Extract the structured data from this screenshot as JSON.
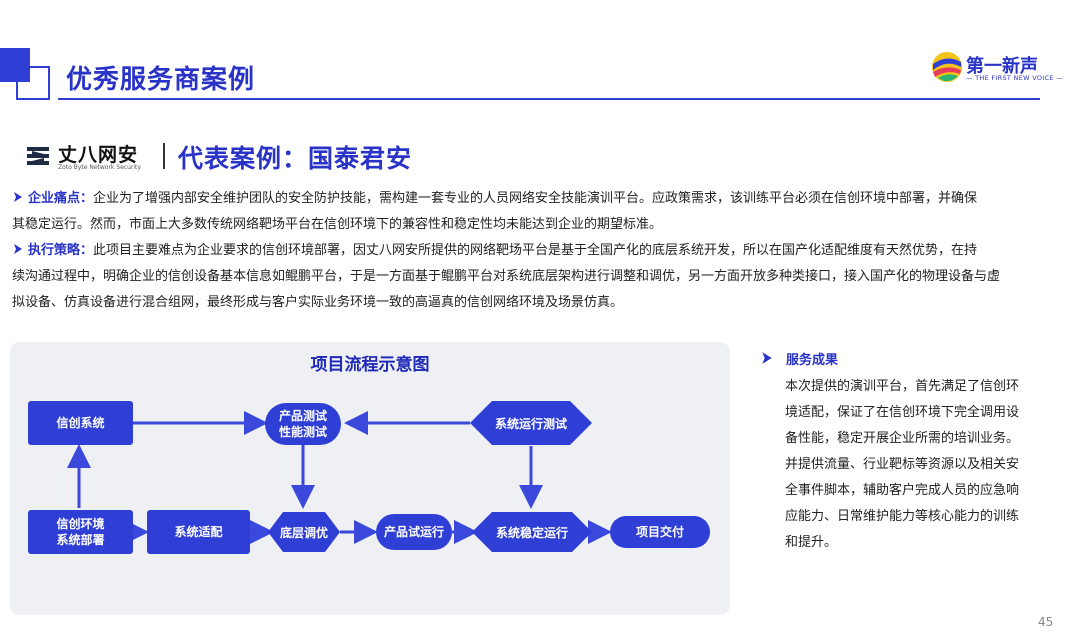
{
  "header": {
    "title": "优秀服务商案例"
  },
  "brand": {
    "name": "第一新声",
    "subtitle": "— THE FIRST NEW VOICE —",
    "logo": "first-new-voice-logo"
  },
  "company": {
    "name": "丈八网安",
    "subtitle": "Zoto Byte Network Security",
    "case_title": "代表案例：国泰君安",
    "logo": "zbns-logo"
  },
  "sections": {
    "pain": {
      "label": "企业痛点：",
      "text_line1": "企业为了增强内部安全维护团队的安全防护技能，需构建一套专业的人员网络安全技能演训平台。应政策需求，该训练平台必须在信创环境中部署，并确保",
      "text_line2": "其稳定运行。然而，市面上大多数传统网络靶场平台在信创环境下的兼容性和稳定性均未能达到企业的期望标准。"
    },
    "strategy": {
      "label": "执行策略：",
      "text_line1": "此项目主要难点为企业要求的信创环境部署，因丈八网安所提供的网络靶场平台是基于全国产化的底层系统开发，所以在国产化适配维度有天然优势，在持",
      "text_line2": "续沟通过程中，明确企业的信创设备基本信息如鲲鹏平台，于是一方面基于鲲鹏平台对系统底层架构进行调整和调优，另一方面开放多种类接口，接入国产化的物理设备与虚",
      "text_line3": "拟设备、仿真设备进行混合组网，最终形成与客户实际业务环境一致的高逼真的信创网络环境及场景仿真。"
    }
  },
  "flow": {
    "title": "项目流程示意图",
    "nodes": {
      "xinchuang_system": "信创系统",
      "product_test_1": "产品测试",
      "product_test_2": "性能测试",
      "system_run_test": "系统运行测试",
      "env_deploy_1": "信创环境",
      "env_deploy_2": "系统部署",
      "system_adapt": "系统适配",
      "bottom_tune": "底层调优",
      "product_trial": "产品试运行",
      "system_stable": "系统稳定运行",
      "project_delivery": "项目交付"
    },
    "colors": {
      "node": "#2f3fd6",
      "arrow": "#3a49dc",
      "panel": "#eef0f4"
    }
  },
  "results": {
    "title": "服务成果",
    "body": "本次提供的演训平台，首先满足了信创环境适配，保证了在信创环境下完全调用设备性能，稳定开展企业所需的培训业务。并提供流量、行业靶标等资源以及相关安全事件脚本，辅助客户完成人员的应急响应能力、日常维护能力等核心能力的训练和提升。"
  },
  "page_number": "45",
  "colors": {
    "accent": "#2a33c8"
  }
}
